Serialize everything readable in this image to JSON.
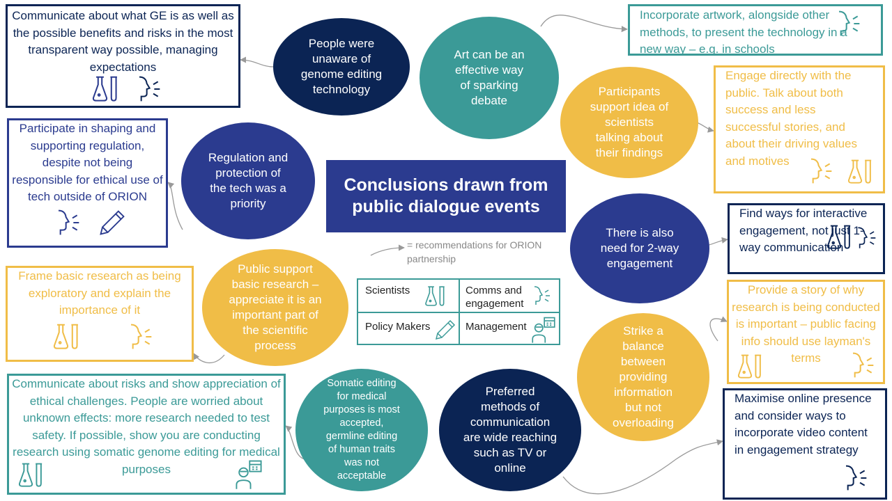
{
  "title": "Conclusions drawn from public dialogue events",
  "legend_note": "= recommendations for ORION  partnership",
  "legend": {
    "scientists": "Scientists",
    "comms": "Comms and engagement",
    "policy": "Policy Makers",
    "management": "Management"
  },
  "circles": {
    "unaware": "People were unaware of genome editing technology",
    "art": "Art can be an effective way of sparking debate",
    "scientists_talk": "Participants support idea of scientists talking about their findings",
    "regulation": "Regulation and protection of the tech was a priority",
    "two_way": "There is also need for 2-way engagement",
    "basic_research": "Public support basic research – appreciate it is an important part of the scientific process",
    "balance": "Strike a balance between providing information but not overloading",
    "somatic": "Somatic editing for medical purposes is most accepted, germline editing of human traits was not acceptable",
    "preferred": "Preferred methods of communication are wide reaching such as TV or online"
  },
  "boxes": {
    "communicate_ge": "Communicate about what GE is as well as the possible benefits and risks in the most transparent way possible, managing expectations",
    "artwork": "Incorporate artwork, alongside other methods, to present the technology in a new way – e.g. in schools",
    "engage_directly": "Engage directly with the public. Talk about both success and less successful stories, and about their driving values and motives",
    "participate": "Participate in shaping and supporting regulation, despite not being responsible for ethical use of tech outside of ORION",
    "interactive": "Find ways for interactive engagement, not just 1-way communication",
    "frame_research": "Frame basic research as being exploratory and explain the importance of it",
    "story": "Provide a story of why research is being conducted is important – public facing info should use layman's terms",
    "risks": "Communicate about risks and show appreciation of ethical challenges. People are worried about unknown effects: more research needed to test safety. If possible, show you are conducting research using somatic genome editing for medical purposes",
    "online": "Maximise online presence and consider ways to incorporate video content in engagement strategy"
  },
  "colors": {
    "navy": "#0b2454",
    "blue": "#2b3b8f",
    "teal": "#3b9a97",
    "gold": "#f0bd47",
    "connector": "#999999"
  },
  "icons": [
    "lab-flask-icon",
    "speaking-head-icon",
    "pencil-icon",
    "manager-calendar-icon"
  ]
}
